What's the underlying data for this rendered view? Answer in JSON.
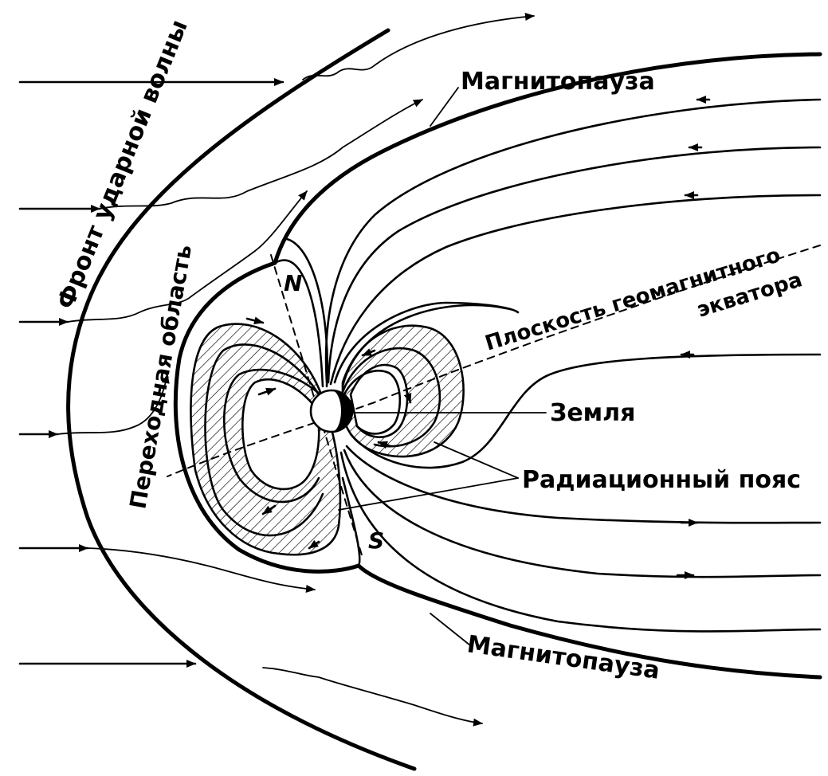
{
  "labels": {
    "shock_front": "Фронт ударной волны",
    "transition_region": "Переходная область",
    "magnetopause_top": "Магнитопауза",
    "magnetopause_bottom": "Магнитопауза",
    "equator_plane_1": "Плоскость геомагнитного",
    "equator_plane_2": "экватора",
    "earth": "Земля",
    "radiation_belt": "Радиационный пояс",
    "north": "N",
    "south": "S"
  },
  "colors": {
    "ink": "#000000",
    "paper": "#ffffff"
  }
}
